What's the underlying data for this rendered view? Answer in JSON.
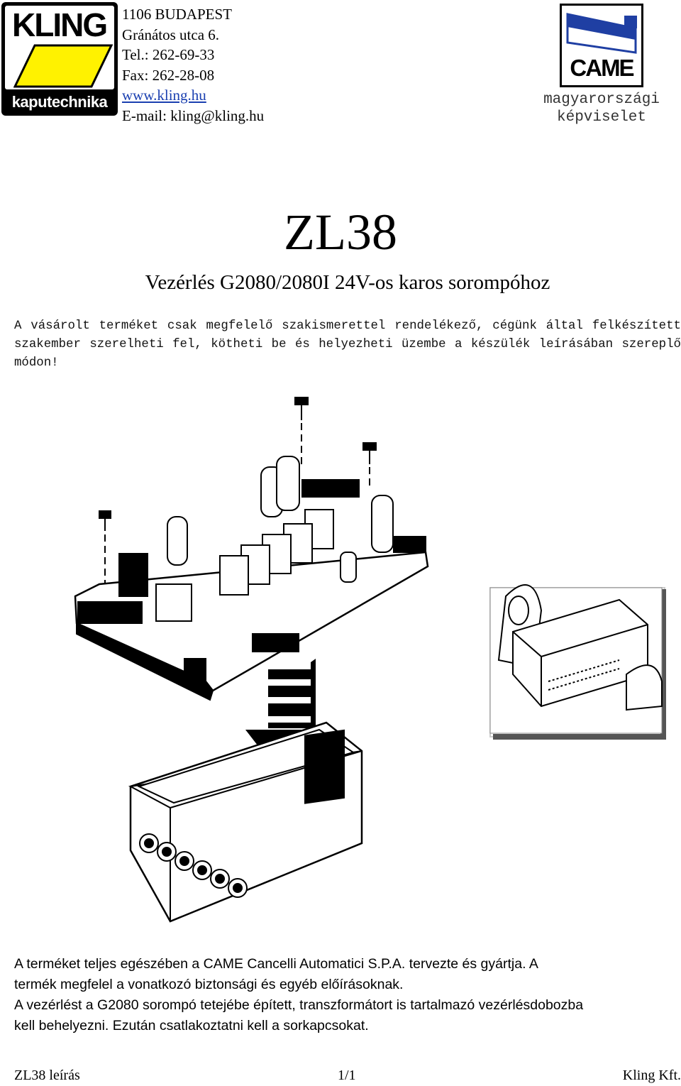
{
  "logo_kling": {
    "name": "KLING",
    "tagline": "kaputechnika"
  },
  "address": {
    "line1": "1106 BUDAPEST",
    "line2": "Gránátos utca 6.",
    "phone": "Tel.: 262-69-33",
    "fax": "Fax: 262-28-08",
    "website": "www.kling.hu",
    "email": "E-mail: kling@kling.hu"
  },
  "logo_came": {
    "name": "CAME",
    "caption_line1": "magyarországi",
    "caption_line2": "képviselet"
  },
  "title": "ZL38",
  "subtitle": "Vezérlés G2080/2080I 24V-os karos sorompóhoz",
  "warning": {
    "line1": "A vásárolt terméket csak megfelelő szakismerettel rendelékező, cégünk által felkészített",
    "line2": "szakember szerelheti fel, kötheti be és helyezheti üzembe a készülék leírásában szereplő módon!"
  },
  "description": {
    "line1": "A terméket teljes egészében a CAME Cancelli Automatici S.P.A. tervezte és gyártja. A",
    "line2": "termék megfelel a vonatkozó biztonsági és egyéb előírásoknak.",
    "line3": "A vezérlést a G2080 sorompó tetejébe épített, transzformátort is tartalmazó vezérlésdobozba",
    "line4": "kell behelyezni. Ezután csatlakoztatni kell a sorkapcsokat."
  },
  "footer": {
    "left": "ZL38 leírás",
    "center": "1/1",
    "right": "Kling Kft."
  },
  "colors": {
    "logo_yellow": "#fff200",
    "came_blue": "#1f3fa3",
    "link_blue": "#1a3fb0"
  }
}
